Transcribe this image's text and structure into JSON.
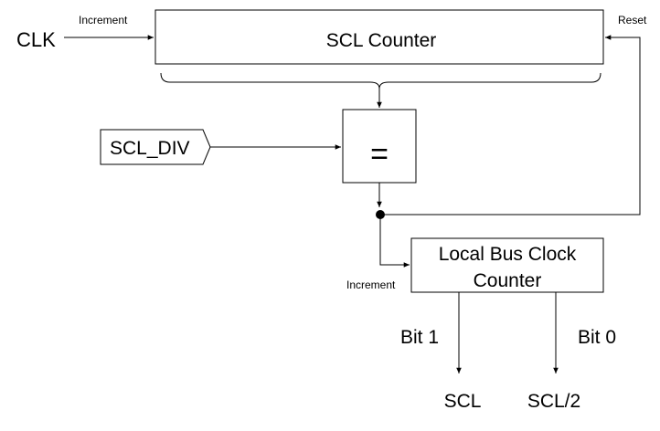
{
  "inputs": {
    "clk": "CLK",
    "scl_div": "SCL_DIV"
  },
  "blocks": {
    "scl_counter": "SCL Counter",
    "comparator": "=",
    "local_bus_counter_line1": "Local Bus Clock",
    "local_bus_counter_line2": "Counter"
  },
  "signals": {
    "increment_top": "Increment",
    "reset": "Reset",
    "increment_bottom": "Increment",
    "bit1": "Bit 1",
    "bit0": "Bit 0"
  },
  "outputs": {
    "scl": "SCL",
    "scl_half": "SCL/2"
  }
}
